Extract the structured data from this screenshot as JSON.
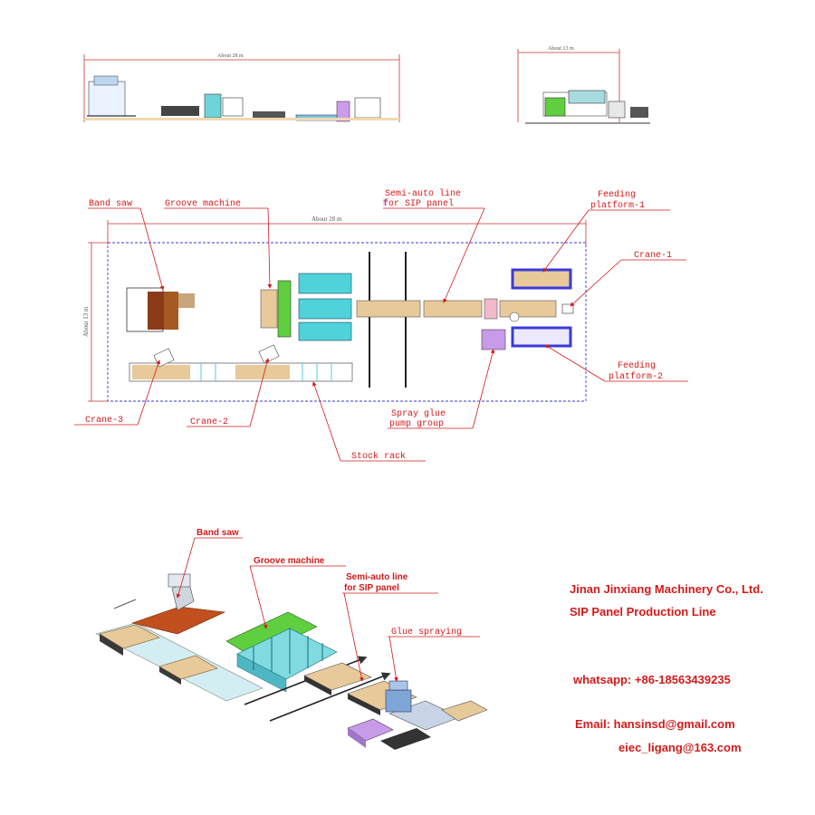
{
  "elevation": {
    "left_dimension": "About 28 m",
    "right_dimension": "About 13 m"
  },
  "plan": {
    "dimension_horizontal": "About 28 m",
    "dimension_vertical": "About 13 m",
    "labels": {
      "band_saw": "Band saw",
      "groove_machine": "Groove machine",
      "semi_auto_line_1": "Semi-auto line",
      "semi_auto_line_2": "for SIP panel",
      "feeding_platform_1_a": "Feeding",
      "feeding_platform_1_b": "platform-1",
      "crane_1": "Crane-1",
      "feeding_platform_2_a": "Feeding",
      "feeding_platform_2_b": "platform-2",
      "crane_3": "Crane-3",
      "crane_2": "Crane-2",
      "spray_glue_1": "Spray glue",
      "spray_glue_2": "pump group",
      "stock_rack": "Stock rack"
    }
  },
  "iso": {
    "labels": {
      "band_saw": "Band saw",
      "groove_machine": "Groove machine",
      "semi_auto_line_1": "Semi-auto line",
      "semi_auto_line_2": "for SIP panel",
      "glue_spraying": "Glue spraying"
    }
  },
  "company": {
    "name": "Jinan Jinxiang Machinery Co., Ltd.",
    "product": "SIP Panel Production Line",
    "whatsapp": "whatsapp: +86-18563439235",
    "email_1": "Email: hansinsd@gmail.com",
    "email_2": "eiec_ligang@163.com"
  },
  "colors": {
    "label_red": "#d41a1a",
    "panel_tan": "#e7c99a",
    "machine_cyan": "#4fd2d9",
    "machine_green": "#5fcf3f",
    "band_brown": "#8b3a1a",
    "pump_purple": "#c79be8",
    "dashed_blue": "#3a3ad8"
  }
}
